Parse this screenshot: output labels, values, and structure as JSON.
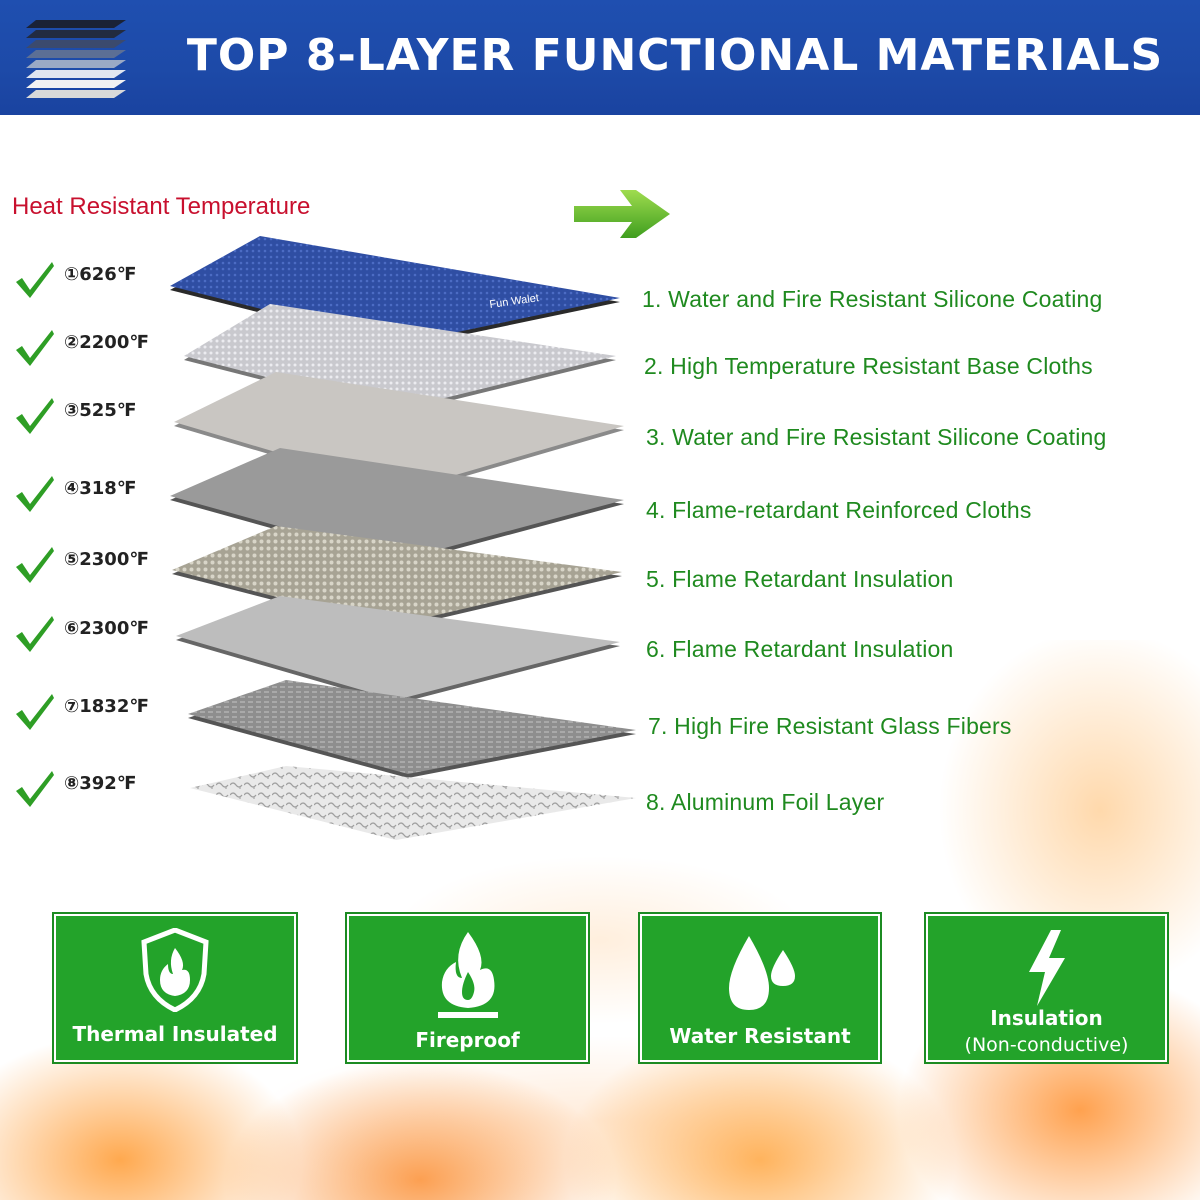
{
  "header": {
    "title": "TOP 8-LAYER FUNCTIONAL MATERIALS",
    "logo_icon": "layers-stack-icon"
  },
  "heat_resistant_title": "Heat Resistant Temperature",
  "temperatures": [
    {
      "num": "①",
      "value": "626℉"
    },
    {
      "num": "②",
      "value": "2200℉"
    },
    {
      "num": "③",
      "value": "525℉"
    },
    {
      "num": "④",
      "value": "318℉"
    },
    {
      "num": "⑤",
      "value": "2300℉"
    },
    {
      "num": "⑥",
      "value": "2300℉"
    },
    {
      "num": "⑦",
      "value": "1832℉"
    },
    {
      "num": "⑧",
      "value": "392℉"
    }
  ],
  "layer_brand": "Fun Walet",
  "layers": [
    "1. Water and Fire Resistant Silicone Coating",
    "2. High Temperature Resistant Base Cloths",
    "3. Water and Fire Resistant Silicone Coating",
    "4. Flame-retardant Reinforced Cloths",
    "5. Flame Retardant Insulation",
    "6. Flame Retardant Insulation",
    "7. High Fire Resistant Glass Fibers",
    "8. Aluminum Foil Layer"
  ],
  "features": [
    {
      "label": "Thermal Insulated",
      "icon": "shield-flame-icon"
    },
    {
      "label": "Fireproof",
      "icon": "flame-icon"
    },
    {
      "label": "Water Resistant",
      "icon": "water-drops-icon"
    },
    {
      "label": "Insulation",
      "sub": "(Non-conductive)",
      "icon": "lightning-bolt-icon"
    }
  ],
  "colors": {
    "header_blue": "#1f4fb0",
    "label_green": "#1f8a1f",
    "card_green": "#23a32a",
    "heat_title_red": "#c8102e",
    "check_green": "#2e9e25"
  }
}
